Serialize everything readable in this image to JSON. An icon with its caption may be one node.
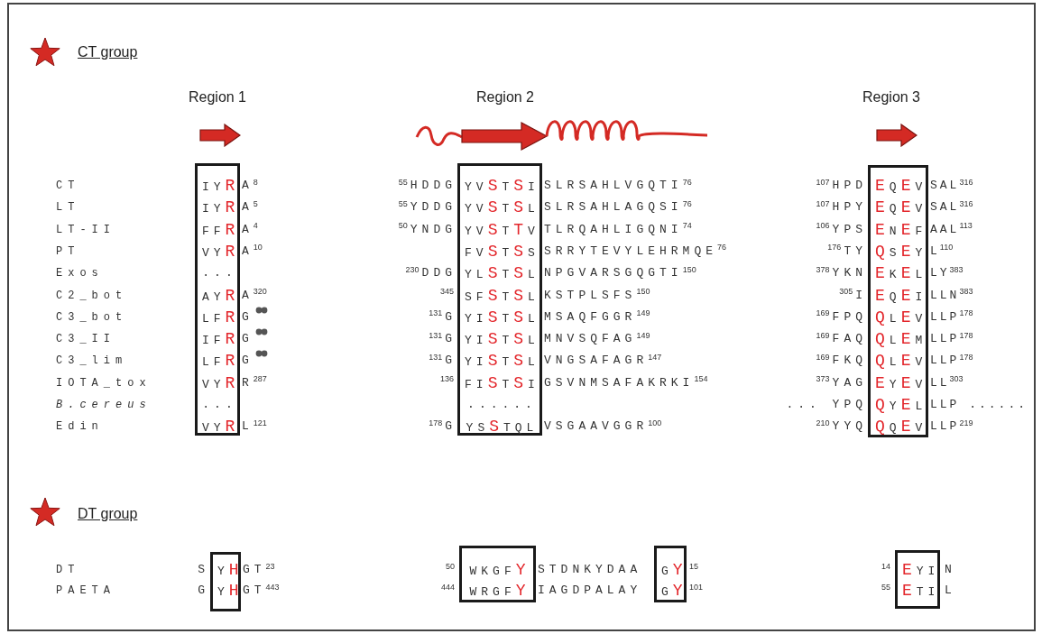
{
  "diagram": {
    "nodes": [
      {
        "text": [
          "IY**R**",
          "IY**R**",
          "FF**R**",
          "VY**R**",
          "...",
          "AY**R**",
          "LF**R**",
          "IF**R**",
          "LF**R**",
          "VY**R**",
          "...",
          "VY**R**"
        ]
      },
      {
        "text": [
          "YV**S**T**S**I",
          "YV**S**T**S**L",
          "YV**S**T**T**V",
          "FV**S**T**S**S",
          "YL**S**T**S**L",
          "SF**S**T**S**L",
          "YI**S**T**S**L",
          "YI**S**T**S**L",
          "YI**S**T**S**L",
          "FI**S**T**S**I",
          "......",
          "YS**S**TQL"
        ]
      },
      {
        "text": [
          "**E**Q**E**V",
          "**E**Q**E**V",
          "**E**N**E**F",
          "**Q**S**E**Y",
          "**E**K**E**L",
          "**E**Q**E**I",
          "**Q**L**E**V",
          "**Q**L**E**M",
          "**Q**L**E**V",
          "**E**Y**E**V",
          "**Q**Y**E**L",
          "**Q**Q**E**V"
        ]
      },
      {
        "text": [
          "Y**H**",
          "Y**H**"
        ]
      },
      {
        "text": [
          "WKGF**Y**",
          "WRGF**Y**"
        ]
      },
      {
        "text": [
          "G**Y**",
          "G**Y**"
        ]
      },
      {
        "text": [
          "**E**YI",
          "**E**TI"
        ]
      }
    ],
    "labels": [
      "CT group",
      "Region 1",
      "Region 2",
      "Region 3",
      "CT",
      "A$^{8}$",
      "$^{55}$HDDG",
      "SLRSAHLVGQTI$^{76}$",
      "$^{107}$HPD",
      "SAL$^{316}$",
      "LT",
      "A$^{5}$",
      "$^{55}$YDDG",
      "SLRSAHLAGQSI$^{76}$",
      "$^{107}$HPY",
      "SAL$^{316}$",
      "LT-II",
      "A$^{4}$",
      "$^{50}$YNDG",
      "TLRQAHLIGQNI$^{74}$",
      "$^{106}$YPS",
      "AAL$^{113}$",
      "PT",
      "A$^{10}$",
      "SRRYTEVYLEHRMQE$^{76}$",
      "$^{176}$TY",
      "L$^{110}$",
      "Exos",
      "$^{230}$DDG",
      "NPGVARSGQGTI$^{150}$",
      "$^{378}$YKN",
      "LY$^{383}$",
      "C2_bot",
      "A$^{320}$",
      "$^{345}$",
      "KSTPLSFS$^{150}$",
      "$^{305}$I",
      "LLN$^{383}$",
      "C3_bot",
      "G",
      "$^{131}$G",
      "MSAQFGGR$^{149}$",
      "$^{169}$FPQ",
      "LLP$^{178}$",
      "C3_II",
      "G",
      "$^{131}$G",
      "MNVSQFAG$^{149}$",
      "$^{169}$FAQ",
      "LLP$^{178}$",
      "C3_lim",
      "G",
      "$^{131}$G",
      "VNGSAFAGR$^{147}$",
      "$^{169}$FKQ",
      "LLP$^{178}$",
      "IOTA_tox",
      "R$^{287}$",
      "$^{136}$",
      "GSVNMSAFAKRKI$^{154}$",
      "$^{373}$YAG",
      "LL$^{303}$",
      "B.cereus",
      "... YPQ",
      "LLP ......",
      "Edin",
      "L$^{121}$",
      "$^{178}$G",
      "VSGAAVGGR$^{100}$",
      "$^{210}$YYQ",
      "LLP$^{219}$",
      "DT group",
      "DT",
      "S",
      "GT$^{23}$",
      "$^{50}$",
      "STDNKYDAA",
      "$^{15}$",
      "$^{14}$",
      "N",
      "PAETA",
      "G",
      "GT$^{443}$",
      "$^{444}$",
      "IAGDPALAY",
      "$^{101}$",
      "$^{55}$",
      "L"
    ]
  }
}
